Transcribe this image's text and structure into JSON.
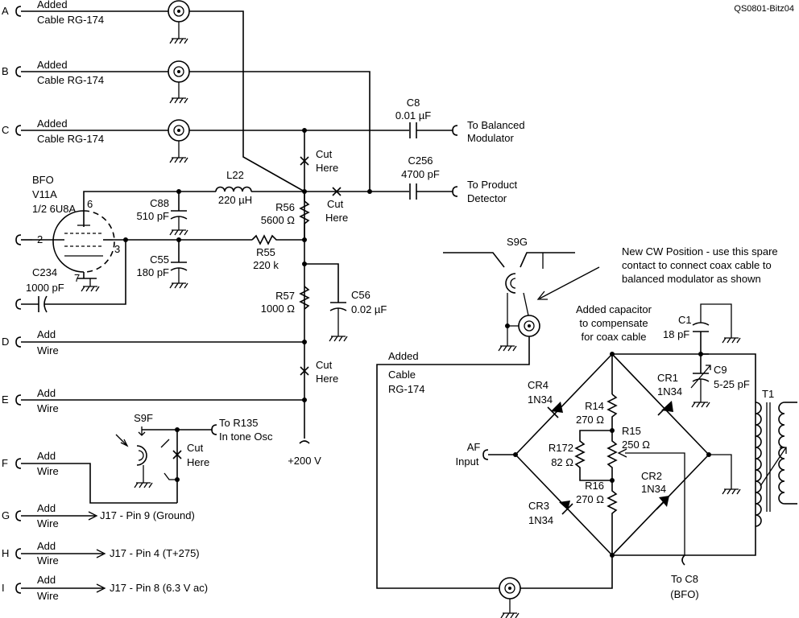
{
  "figure_id": "QS0801-Bitz04",
  "lines": [
    {
      "id": "A",
      "note1": "Added",
      "note2": "Cable RG-174"
    },
    {
      "id": "B",
      "note1": "Added",
      "note2": "Cable RG-174"
    },
    {
      "id": "C",
      "note1": "Added",
      "note2": "Cable RG-174"
    },
    {
      "id": "D",
      "note1": "Add",
      "note2": "Wire"
    },
    {
      "id": "E",
      "note1": "Add",
      "note2": "Wire"
    },
    {
      "id": "F",
      "note1": "Add",
      "note2": "Wire"
    },
    {
      "id": "G",
      "note1": "Add",
      "note2": "Wire",
      "dest": "J17 - Pin 9 (Ground)"
    },
    {
      "id": "H",
      "note1": "Add",
      "note2": "Wire",
      "dest": "J17 - Pin 4 (T+275)"
    },
    {
      "id": "I",
      "note1": "Add",
      "note2": "Wire",
      "dest": "J17 - Pin 8 (6.3 V ac)"
    }
  ],
  "tube": {
    "name": "BFO",
    "ref": "V11A",
    "type": "1/2 6U8A",
    "pins": [
      "6",
      "2",
      "3",
      "7"
    ]
  },
  "components": {
    "c8": {
      "ref": "C8",
      "value": "0.01 µF",
      "dest1": "To Balanced",
      "dest2": "Modulator"
    },
    "c256": {
      "ref": "C256",
      "value": "4700 pF",
      "dest1": "To Product",
      "dest2": "Detector"
    },
    "l22": {
      "ref": "L22",
      "value": "220 µH"
    },
    "c88": {
      "ref": "C88",
      "value": "510 pF"
    },
    "c55": {
      "ref": "C55",
      "value": "180 pF"
    },
    "r55": {
      "ref": "R55",
      "value": "220 k"
    },
    "r56": {
      "ref": "R56",
      "value": "5600 Ω"
    },
    "r57": {
      "ref": "R57",
      "value": "1000 Ω"
    },
    "c56": {
      "ref": "C56",
      "value": "0.02 µF"
    },
    "c234": {
      "ref": "C234",
      "value": "1000 pF"
    },
    "c1": {
      "ref": "C1",
      "value": "18 pF"
    },
    "c9": {
      "ref": "C9",
      "value": "5-25 pF"
    },
    "r14": {
      "ref": "R14",
      "value": "270 Ω"
    },
    "r15": {
      "ref": "R15",
      "value": "250 Ω"
    },
    "r16": {
      "ref": "R16",
      "value": "270 Ω"
    },
    "r172": {
      "ref": "R172",
      "value": "82 Ω"
    },
    "cr1": {
      "ref": "CR1",
      "value": "1N34"
    },
    "cr2": {
      "ref": "CR2",
      "value": "1N34"
    },
    "cr3": {
      "ref": "CR3",
      "value": "1N34"
    },
    "cr4": {
      "ref": "CR4",
      "value": "1N34"
    },
    "t1": {
      "ref": "T1"
    }
  },
  "labels": {
    "cut_here_1": "Cut",
    "cut_here_2": "Here",
    "supply": "+200 V",
    "s9f": "S9F",
    "s9g": "S9G",
    "to_r135_1": "To R135",
    "to_r135_2": "In tone Osc",
    "new_cw_1": "New CW Position - use this spare",
    "new_cw_2": "contact to connect coax cable to",
    "new_cw_3": "balanced modulator as shown",
    "added_cap_1": "Added capacitor",
    "added_cap_2": "to compensate",
    "added_cap_3": "for coax cable",
    "added_cable_1": "Added",
    "added_cable_2": "Cable",
    "added_cable_3": "RG-174",
    "af_1": "AF",
    "af_2": "Input",
    "to_c8_1": "To C8",
    "to_c8_2": "(BFO)"
  }
}
